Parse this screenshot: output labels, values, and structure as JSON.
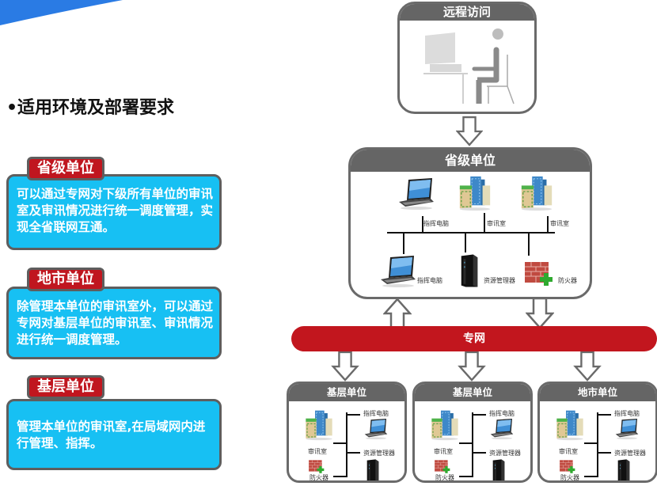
{
  "section_title": "•适用环境及部署要求",
  "cards": [
    {
      "tag": "省级单位",
      "text": "可以通过专网对下级所有单位的审讯室及审讯情况进行统一调度管理，实现全省联网互通。"
    },
    {
      "tag": "地市单位",
      "text": "除管理本单位的审讯室外，可以通过专网对基层单位的审讯室、审讯情况进行统一调度管理。"
    },
    {
      "tag": "基层单位",
      "text": "管理本单位的审讯室,在局域网内进行管理、指挥。"
    }
  ],
  "diagram": {
    "remote": {
      "title": "远程访问",
      "icon": "person-at-computer-icon"
    },
    "province": {
      "title": "省级单位",
      "top_devices": [
        {
          "label": "指挥电脑",
          "icon": "laptop-icon"
        },
        {
          "label": "审讯室",
          "icon": "building-icon"
        },
        {
          "label": "审讯室",
          "icon": "building-icon"
        }
      ],
      "bottom_devices": [
        {
          "label": "指挥电脑",
          "icon": "laptop-icon"
        },
        {
          "label": "资源管理器",
          "icon": "server-tower-icon"
        },
        {
          "label": "防火器",
          "icon": "firewall-icon"
        }
      ]
    },
    "network": {
      "label": "专网"
    },
    "units": [
      {
        "title": "基层单位",
        "labels": {
          "room": "审讯室",
          "firewall": "防火器",
          "pc": "指挥电脑",
          "server": "资源管理器"
        }
      },
      {
        "title": "基层单位",
        "labels": {
          "room": "审讯室",
          "firewall": "防火器",
          "pc": "指挥电脑",
          "server": "资源管理器"
        }
      },
      {
        "title": "地市单位",
        "labels": {
          "room": "审讯室",
          "firewall": "防火器",
          "pc": "指挥电脑",
          "server": "资源管理器"
        }
      }
    ]
  },
  "colors": {
    "card_fill": "#17c0f3",
    "tag_fill": "#c0161f",
    "network_bar": "#c2161e",
    "frame_header": "#656565",
    "accent_blue": "#2a7be4"
  }
}
